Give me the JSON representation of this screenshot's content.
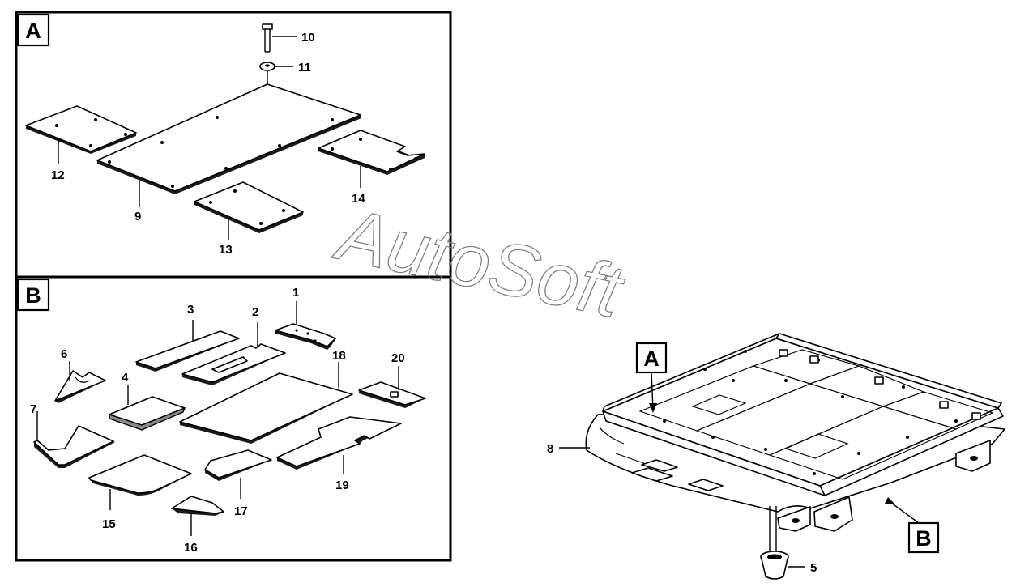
{
  "watermark": "AutoSoft",
  "view_tags": {
    "a_panel": "A",
    "b_panel": "B",
    "a_assembly": "A",
    "b_assembly": "B"
  },
  "callouts": {
    "c1": "1",
    "c2": "2",
    "c3": "3",
    "c4": "4",
    "c5": "5",
    "c6": "6",
    "c7": "7",
    "c8": "8",
    "c9": "9",
    "c10": "10",
    "c11": "11",
    "c12": "12",
    "c13": "13",
    "c14": "14",
    "c15": "15",
    "c16": "16",
    "c17": "17",
    "c18": "18",
    "c19": "19",
    "c20": "20"
  }
}
